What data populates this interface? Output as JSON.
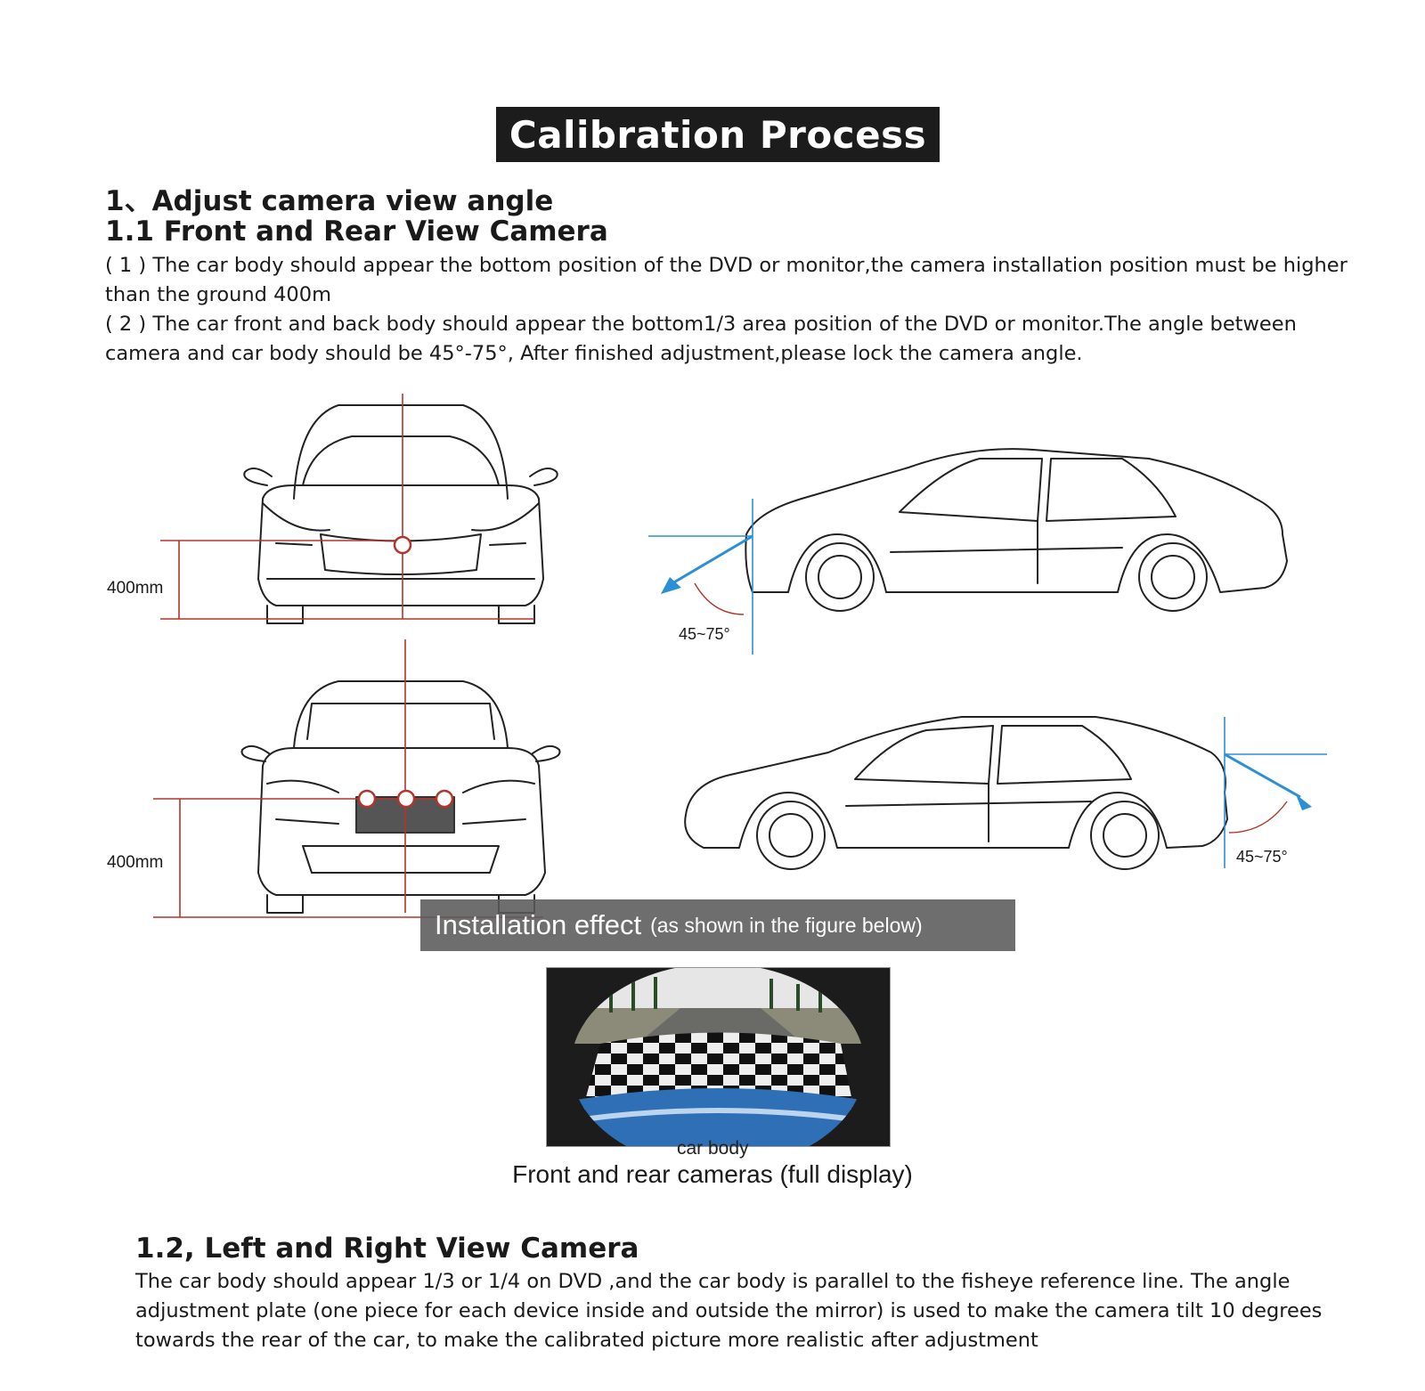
{
  "title": "Calibration Process",
  "section1": {
    "heading": "1、Adjust camera view angle",
    "subheading": "1.1 Front and Rear View Camera",
    "point1": "( 1 ) The car body should appear the bottom position of the DVD or monitor,the camera installation position must be higher than the ground 400m",
    "point2": "( 2 ) The car front and back body should appear the bottom1/3 area position of the DVD or monitor.The angle between camera and car body should be 45°-75°,  After finished adjustment,please lock the camera angle."
  },
  "diagrams": {
    "front_height_label": "400mm",
    "rear_height_label": "400mm",
    "front_angle_label": "45~75°",
    "rear_angle_label": "45~75°"
  },
  "installation": {
    "banner_main": "Installation effect",
    "banner_sub": "(as shown in the figure below)",
    "car_body_label": "car body",
    "caption": "Front and rear cameras (full display)"
  },
  "section2": {
    "heading": "1.2, Left and Right View Camera",
    "text": "The car body should appear 1/3 or 1/4 on DVD ,and the car body is parallel to the fisheye reference line. The angle adjustment plate (one piece for each device inside and outside the mirror) is used to make the camera tilt 10 degrees towards the rear of the car,  to make the calibrated picture more realistic after adjustment"
  },
  "colors": {
    "guide_red": "#b3342a",
    "guide_blue": "#2b8fd6",
    "title_bg": "#1c1c1c"
  }
}
